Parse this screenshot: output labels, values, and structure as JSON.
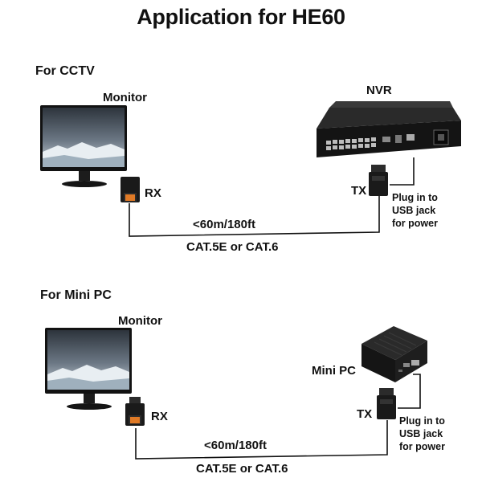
{
  "title": "Application for HE60",
  "cctv": {
    "heading": "For CCTV",
    "monitor_label": "Monitor",
    "source_label": "NVR",
    "rx_label": "RX",
    "tx_label": "TX",
    "power_note": [
      "Plug in to",
      "USB jack",
      "for power"
    ],
    "distance": "<60m/180ft",
    "cable": "CAT.5E or CAT.6"
  },
  "minipc": {
    "heading": "For Mini PC",
    "monitor_label": "Monitor",
    "source_label": "Mini PC",
    "rx_label": "RX",
    "tx_label": "TX",
    "power_note": [
      "Plug in to",
      "USB jack",
      "for power"
    ],
    "distance": "<60m/180ft",
    "cable": "CAT.5E or CAT.6"
  },
  "colors": {
    "line": "#111111",
    "device": "#1a1a1a",
    "port": "#e07a26",
    "screen_sky": "#4f5a66"
  },
  "icons": [
    "monitor-icon",
    "nvr-icon",
    "mini-pc-icon",
    "rx-adapter-icon",
    "tx-adapter-icon"
  ]
}
